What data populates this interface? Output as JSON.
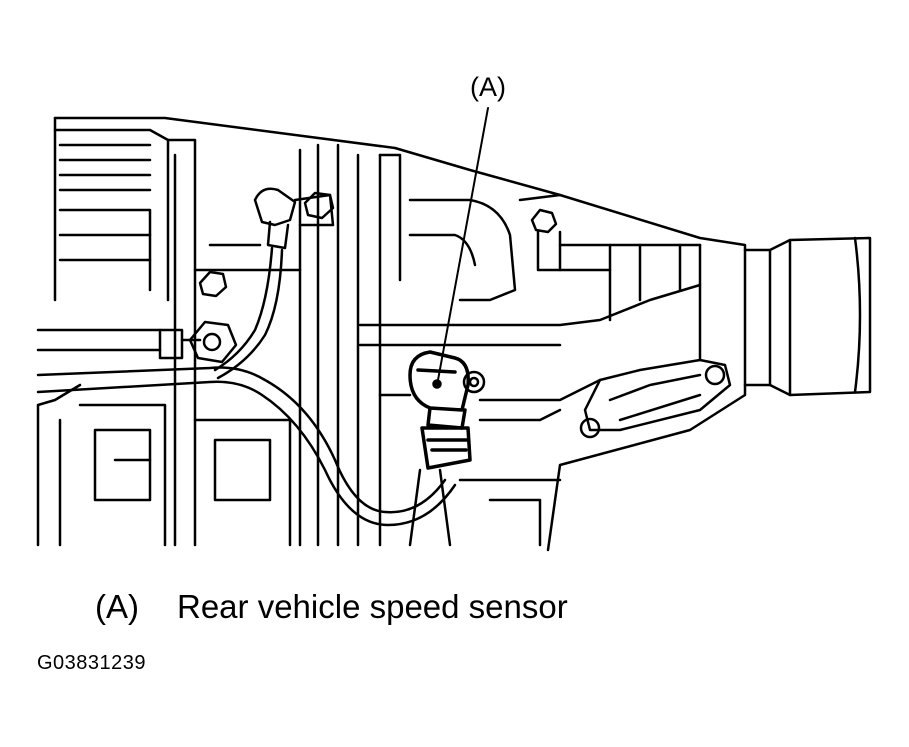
{
  "callout": {
    "letter": "(A)"
  },
  "legend": {
    "key": "(A)",
    "text": "Rear vehicle speed sensor"
  },
  "figure_id": "G03831239",
  "colors": {
    "ink": "#000000",
    "paper": "#ffffff"
  }
}
